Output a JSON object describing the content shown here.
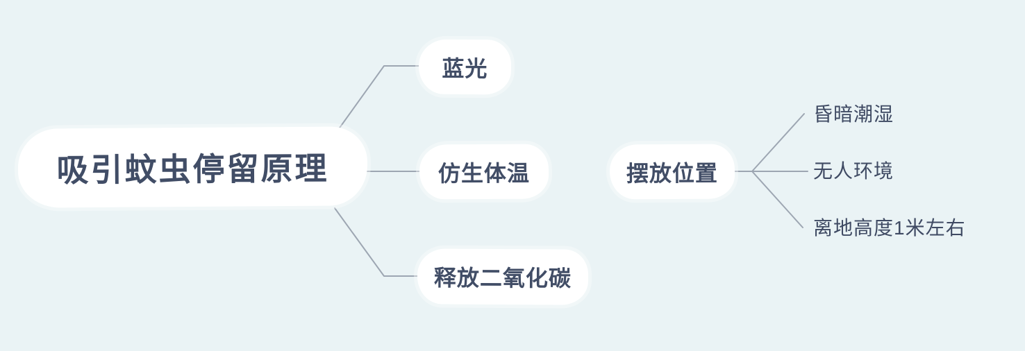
{
  "colors": {
    "background": "#eaf3f5",
    "node_fill": "#ffffff",
    "node_text": "#414d66",
    "leaf_text": "#3f4a63",
    "connector": "#9da6b2"
  },
  "mindmap": {
    "root": {
      "label": "吸引蚊虫停留原理"
    },
    "branches": [
      {
        "label": "蓝光"
      },
      {
        "label": "仿生体温"
      },
      {
        "label": "释放二氧化碳"
      }
    ],
    "group": {
      "label": "摆放位置",
      "children": [
        {
          "label": "昏暗潮湿"
        },
        {
          "label": "无人环境"
        },
        {
          "label": "离地高度1米左右"
        }
      ]
    }
  }
}
